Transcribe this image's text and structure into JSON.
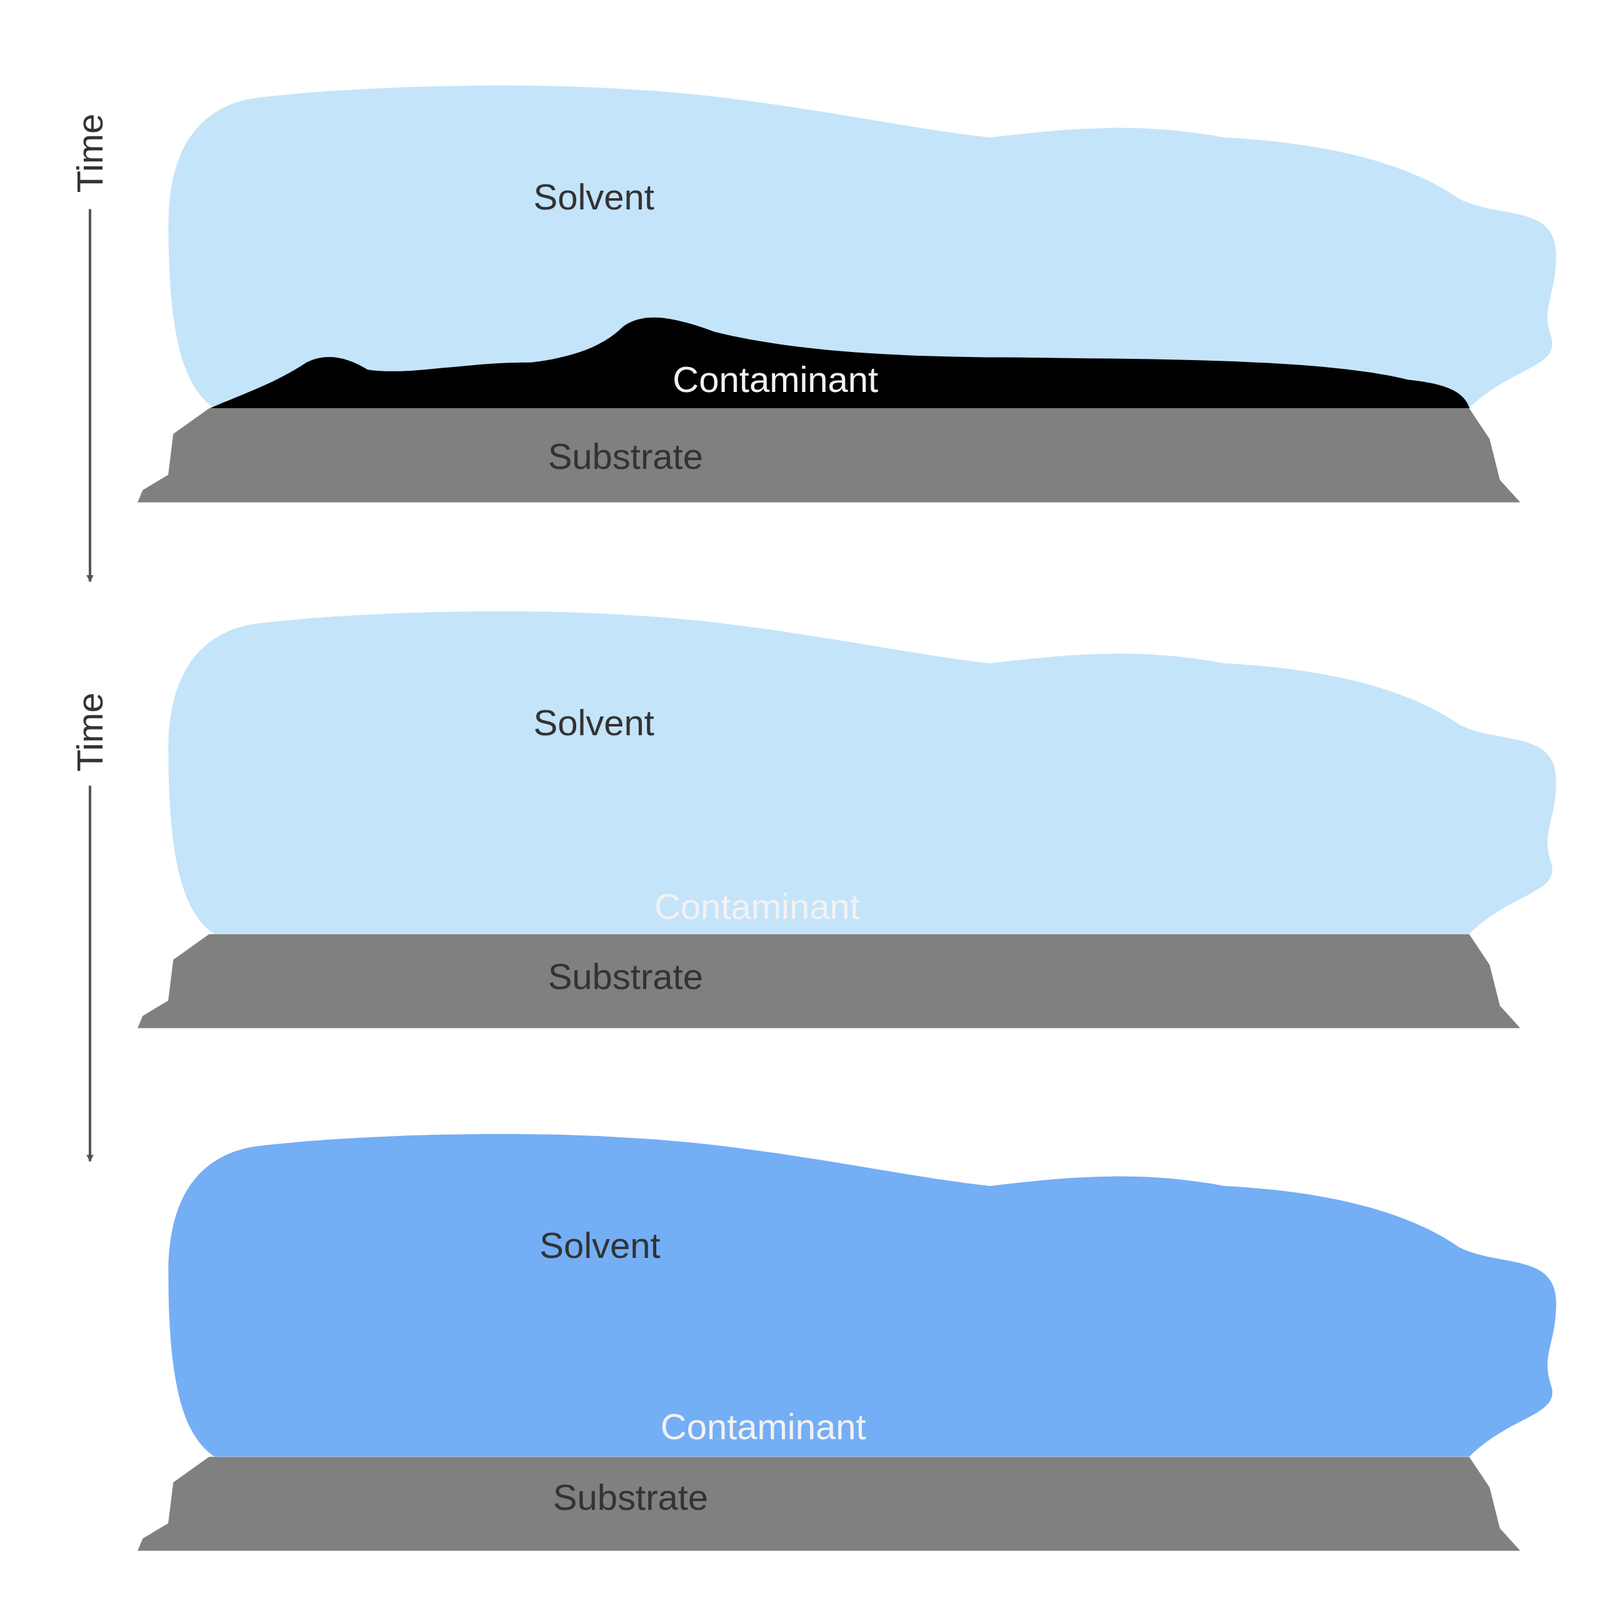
{
  "diagram": {
    "nodes": [
      {
        "text": [
          "Solvent"
        ]
      },
      {
        "text": [
          "Contaminant"
        ]
      },
      {
        "text": [
          "Substrate"
        ]
      },
      {
        "text": [
          "Solvent"
        ]
      },
      {
        "text": [
          "Contaminant"
        ]
      },
      {
        "text": [
          "Substrate"
        ]
      },
      {
        "text": [
          "Solvent"
        ]
      },
      {
        "text": [
          "Contaminant"
        ]
      },
      {
        "text": [
          "Substrate"
        ]
      }
    ],
    "labels": [
      "Time",
      "Time"
    ]
  }
}
